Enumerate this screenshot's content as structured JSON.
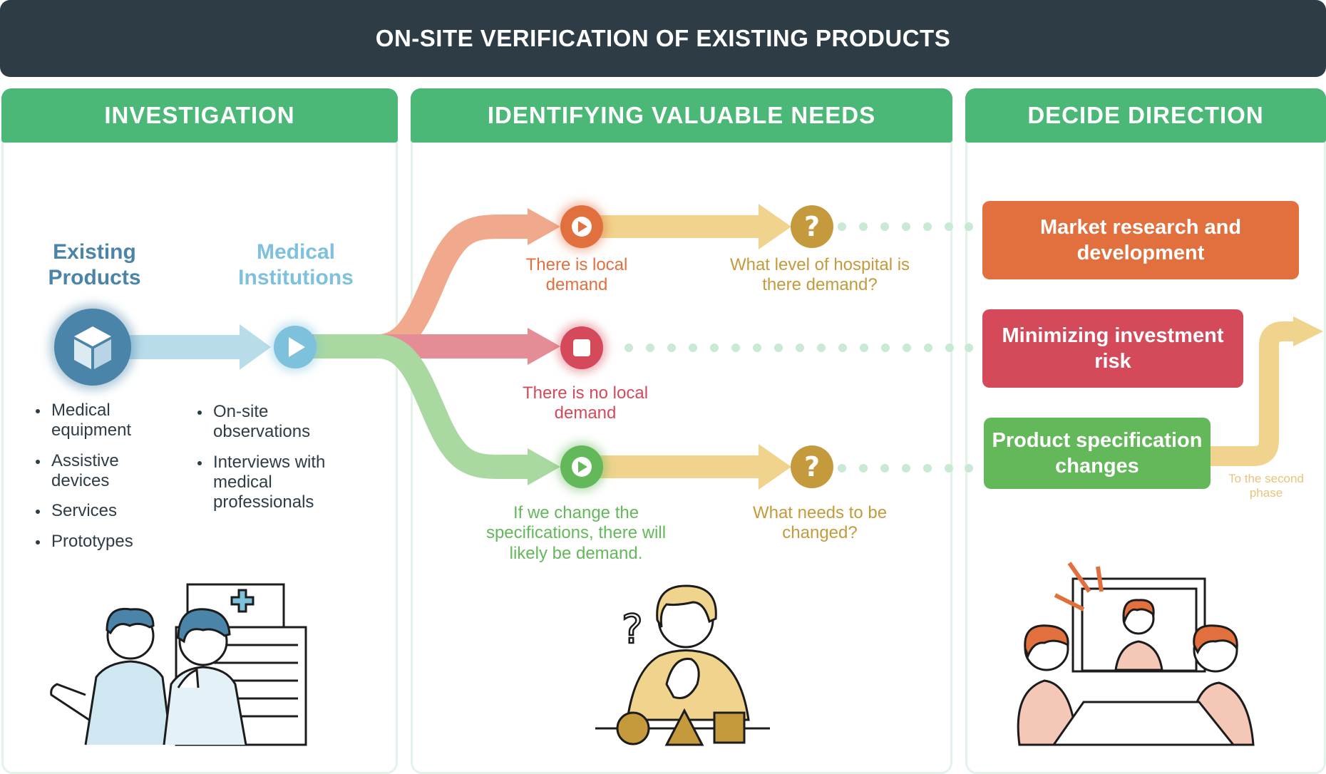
{
  "title": "ON-SITE VERIFICATION OF EXISTING PRODUCTS",
  "colors": {
    "title_bg": "#2e3c45",
    "header_green": "#4cb877",
    "orange": "#e2703f",
    "red": "#d44a5a",
    "green": "#63b85a",
    "gold": "#c49a3c",
    "blue": "#4a84a8",
    "light_blue": "#7dc1dd"
  },
  "investigation": {
    "header": "INVESTIGATION",
    "existing_products": {
      "label": "Existing Products",
      "items": [
        "Medical equipment",
        "Assistive devices",
        "Services",
        "Prototypes"
      ]
    },
    "medical_institutions": {
      "label": "Medical Institutions",
      "items": [
        "On-site observations",
        "Interviews with medical professionals"
      ]
    }
  },
  "needs": {
    "header": "IDENTIFYING VALUABLE NEEDS",
    "local_demand": "There is local demand",
    "hospital_level_question": "What level of hospital is there demand?",
    "no_local_demand": "There is no local demand",
    "change_specs": "If we change the specifications, there will likely be demand.",
    "what_changed_question": "What needs to be changed?"
  },
  "direction": {
    "header": "DECIDE DIRECTION",
    "market_research": "Market research and development",
    "minimizing_risk": "Minimizing investment risk",
    "spec_changes": "Product specification changes",
    "second_phase": "To the second phase"
  }
}
